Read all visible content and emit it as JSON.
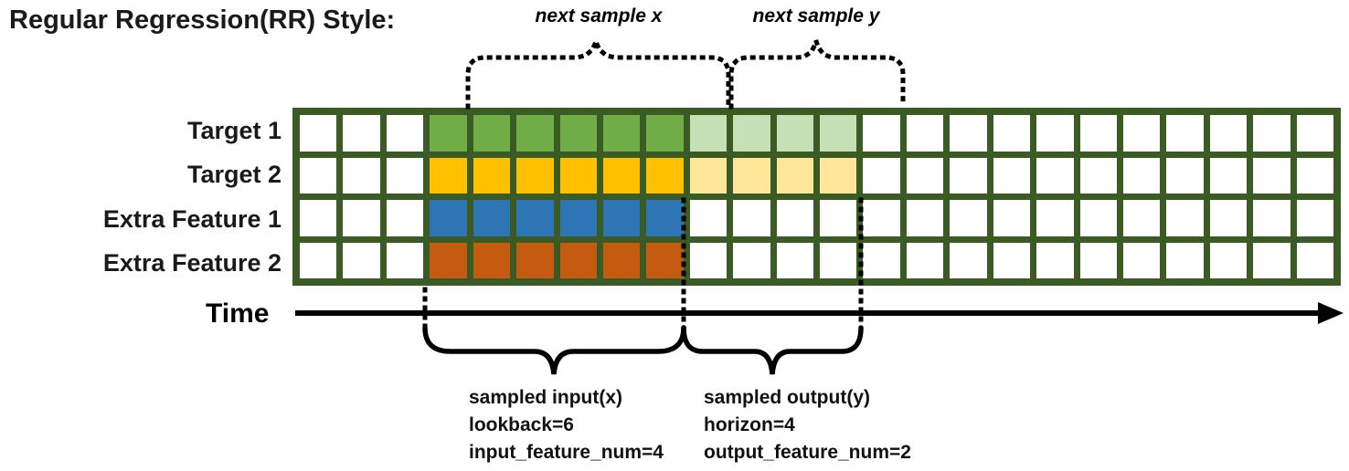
{
  "title": "Regular Regression(RR) Style:",
  "top_braces": {
    "next_sample_x_label": "next sample x",
    "next_sample_y_label": "next sample y"
  },
  "grid": {
    "columns": 24,
    "input_start_col": 3,
    "lookback": 6,
    "horizon": 4,
    "border_color": "#3A5B24",
    "empty_cell_color": "#FFFFFF",
    "rows": [
      {
        "label": "Target 1",
        "role": "target",
        "solid_color": "#70AD47",
        "light_color": "#C5E0B4"
      },
      {
        "label": "Target 2",
        "role": "target",
        "solid_color": "#FFC000",
        "light_color": "#FFE699"
      },
      {
        "label": "Extra Feature 1",
        "role": "extra-feature",
        "solid_color": "#2E75B6",
        "light_color": null
      },
      {
        "label": "Extra Feature 2",
        "role": "extra-feature",
        "solid_color": "#C55A11",
        "light_color": null
      }
    ]
  },
  "time_axis": {
    "label": "Time"
  },
  "bottom_annotations": {
    "input": {
      "line1": "sampled input(x)",
      "line2": "lookback=6",
      "line3": "input_feature_num=4"
    },
    "output": {
      "line1": "sampled output(y)",
      "line2": "horizon=4",
      "line3": "output_feature_num=2"
    }
  },
  "annotation_color": "#000000"
}
